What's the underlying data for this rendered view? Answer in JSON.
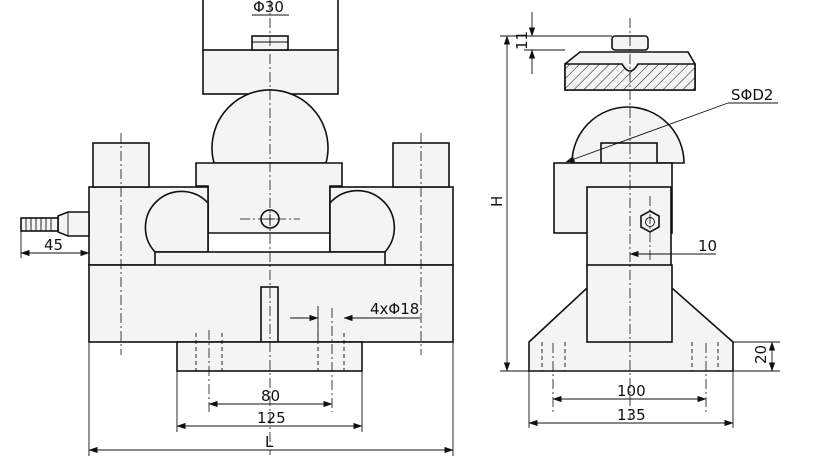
{
  "drawing": {
    "front_view": {
      "top_dia": "Φ30",
      "cable_offset": "45",
      "holes": "4xΦ18",
      "inner_spacing": "80",
      "outer_spacing": "125",
      "length": "L"
    },
    "side_view": {
      "top_height": "11",
      "height": "H",
      "sphere": "SΦD2",
      "bolt_offset": "10",
      "foot_height": "20",
      "inner_spacing": "100",
      "outer_spacing": "135"
    }
  }
}
